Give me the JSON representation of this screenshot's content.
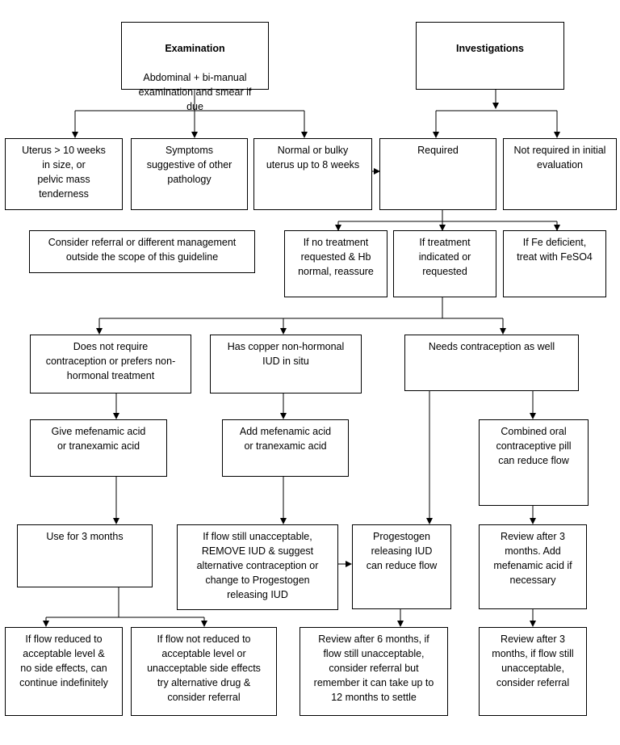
{
  "boxes": {
    "examination": {
      "title": "Examination",
      "text": "Abdominal + bi-manual\nexamination and smear if\ndue"
    },
    "investigations": {
      "title": "Investigations",
      "text": ""
    },
    "uterus_large": {
      "text": "Uterus > 10 weeks\nin size, or\npelvic mass\ntenderness"
    },
    "symptoms_other": {
      "text": "Symptoms\nsuggestive of other\npathology"
    },
    "normal_bulky": {
      "text": "Normal or bulky\nuterus up to 8 weeks"
    },
    "required": {
      "text": "Required"
    },
    "not_required": {
      "text": "Not required in initial\nevaluation"
    },
    "consider_referral": {
      "text": "Consider referral or different management\noutside the scope of this guideline"
    },
    "no_treatment": {
      "text": "If no treatment\nrequested & Hb\nnormal, reassure"
    },
    "treatment_indicated": {
      "text": "If treatment\nindicated or\nrequested"
    },
    "fe_deficient": {
      "text": "If Fe deficient,\ntreat with FeSO4"
    },
    "no_contraception": {
      "text": "Does not require\ncontraception or prefers non-\nhormonal treatment"
    },
    "copper_iud": {
      "text": "Has copper non-hormonal\nIUD in situ"
    },
    "needs_contraception": {
      "text": "Needs contraception as well"
    },
    "give_mefenamic": {
      "text": "Give mefenamic acid\nor tranexamic acid"
    },
    "add_mefenamic": {
      "text": "Add mefenamic acid\nor tranexamic acid"
    },
    "combined_pill": {
      "text": "Combined oral\ncontraceptive pill\ncan reduce flow"
    },
    "use_3_months": {
      "text": "Use for 3 months"
    },
    "remove_iud": {
      "text": "If flow still unacceptable,\nREMOVE IUD & suggest\nalternative contraception or\nchange to Progestogen\nreleasing IUD"
    },
    "progestogen_iud": {
      "text": "Progestogen\nreleasing IUD\ncan reduce flow"
    },
    "review_3_months_add": {
      "text": "Review after 3\nmonths. Add\nmefenamic acid if\nnecessary"
    },
    "flow_reduced": {
      "text": "If flow reduced to\nacceptable level &\nno side effects, can\ncontinue indefinitely"
    },
    "flow_not_reduced": {
      "text": "If flow not reduced to\nacceptable level or\nunacceptable side effects\ntry alternative drug &\nconsider referral"
    },
    "review_6_months": {
      "text": "Review after 6 months, if\nflow still unacceptable,\nconsider referral but\nremember it can take up to\n12 months to settle"
    },
    "review_3_months_referral": {
      "text": "Review after 3\nmonths, if flow still\nunacceptable,\nconsider referral"
    }
  }
}
